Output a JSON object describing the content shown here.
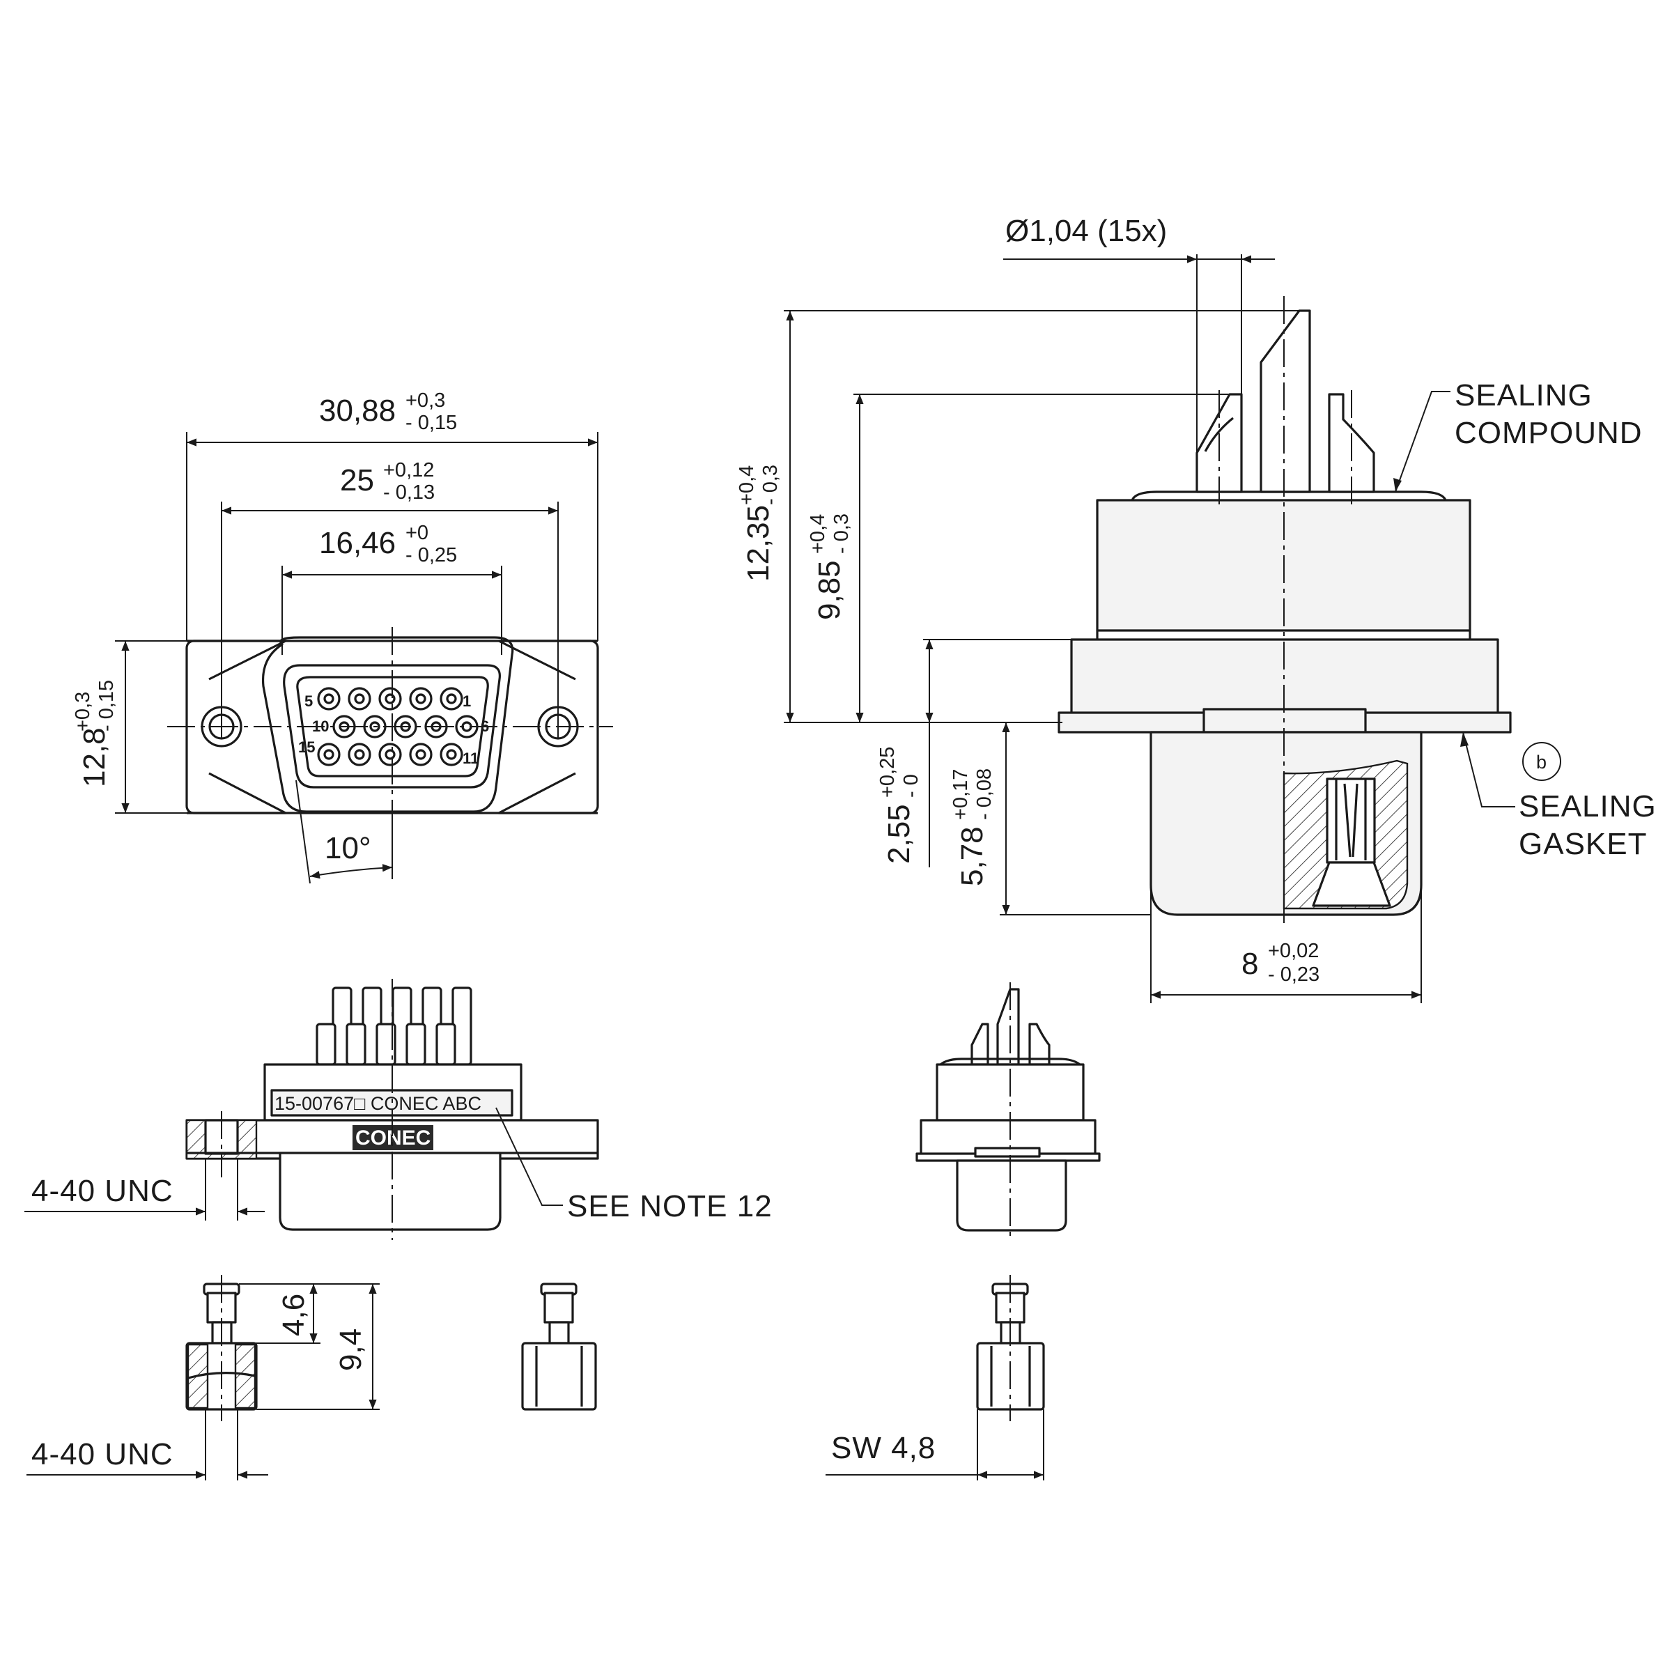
{
  "front_view": {
    "overall_width": {
      "nominal": "30,88",
      "tol_upper": "+0,3",
      "tol_lower": "- 0,15"
    },
    "hole_spacing": {
      "nominal": "25",
      "tol_upper": "+0,12",
      "tol_lower": "- 0,13"
    },
    "shell_width": {
      "nominal": "16,46",
      "tol_upper": "+0",
      "tol_lower": "- 0,25"
    },
    "height": {
      "nominal": "12,8",
      "tol_upper": "+0,3",
      "tol_lower": "- 0,15"
    },
    "angle": "10°",
    "pin_labels": {
      "p1": "1",
      "p5": "5",
      "p6": "6",
      "p10": "10",
      "p11": "11",
      "p15": "15"
    }
  },
  "side_view": {
    "pin_diameter": "Ø1,04 (15x)",
    "total_height": {
      "nominal": "12,35",
      "tol_upper": "+0,4",
      "tol_lower": "- 0,3"
    },
    "pin_height": {
      "nominal": "9,85",
      "tol_upper": "+0,4",
      "tol_lower": "- 0,3"
    },
    "flange_offset": {
      "nominal": "2,55",
      "tol_upper": "+0,25",
      "tol_lower": "- 0"
    },
    "shell_depth": {
      "nominal": "5,78",
      "tol_upper": "+0,17",
      "tol_lower": "- 0,08"
    },
    "shell_width": {
      "nominal": "8",
      "tol_upper": "+0,02",
      "tol_lower": "- 0,23"
    },
    "callout_b": "b",
    "sealing_compound": [
      "SEALING",
      "COMPOUND"
    ],
    "sealing_gasket": [
      "SEALING",
      "GASKET"
    ]
  },
  "bottom_view": {
    "marking": "15-00767□  CONEC  ABC",
    "logo": "CONEC",
    "thread": "4-40 UNC",
    "see_note": "SEE NOTE 12"
  },
  "standoff_view": {
    "thread_length": "4,6",
    "total_length": "9,4",
    "thread": "4-40 UNC",
    "wrench_size": "SW 4,8"
  }
}
